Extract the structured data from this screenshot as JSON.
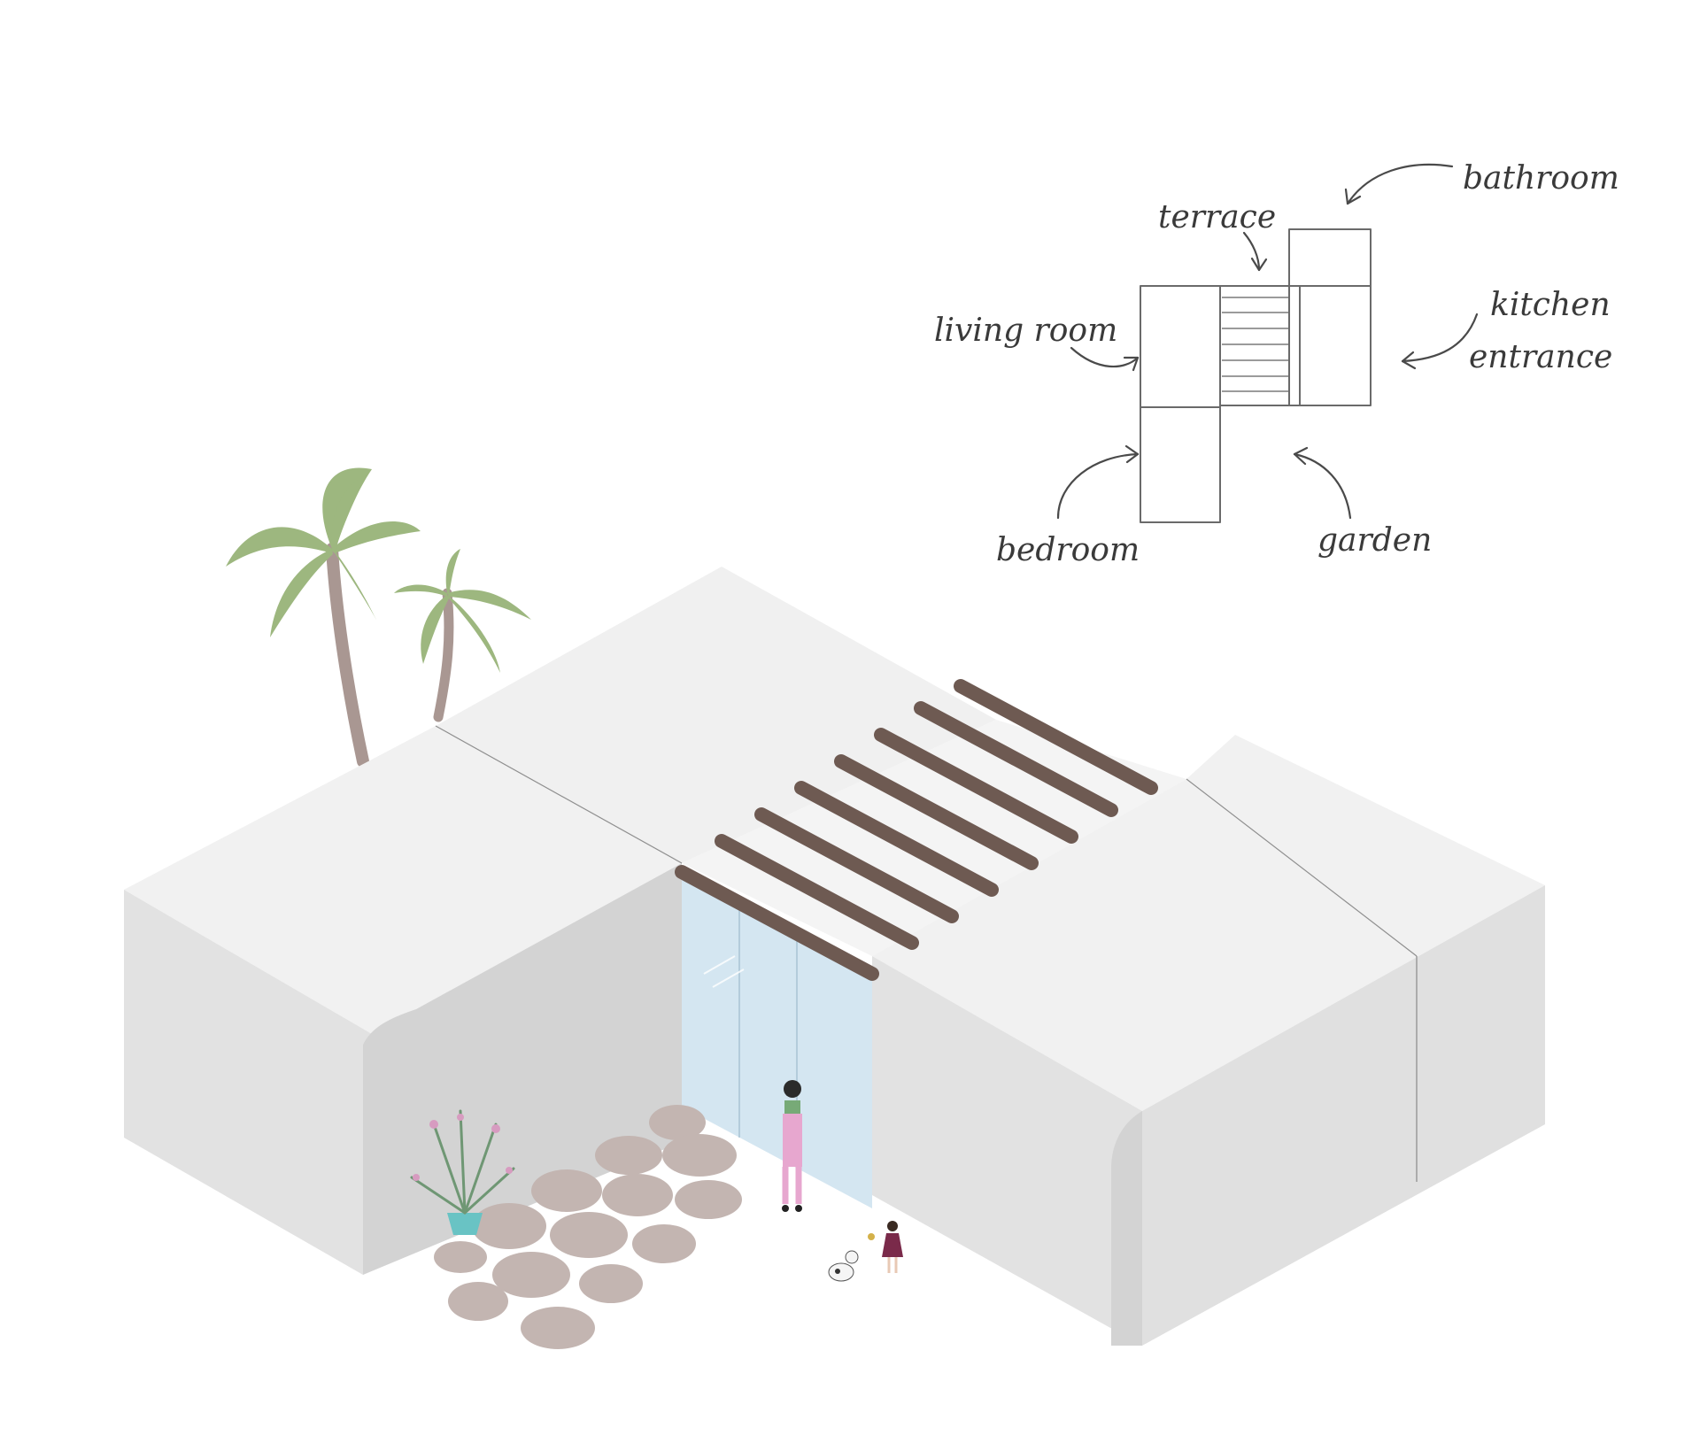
{
  "labels": {
    "bathroom": "bathroom",
    "terrace": "terrace",
    "living_room": "living room",
    "kitchen": "kitchen",
    "entrance": "entrance",
    "bedroom": "bedroom",
    "garden": "garden"
  },
  "colors": {
    "wall_top": "#f1f1f1",
    "wall_side": "#d3d3d3",
    "wall_front": "#e2e2e2",
    "pergola": "#6e5a52",
    "glass": "#cfe3ef",
    "stone": "#c3b5b1",
    "palm_leaf": "#9db77f",
    "palm_trunk": "#a99792",
    "pot": "#69c3c4"
  },
  "icons": [
    "palm-tree-icon",
    "potted-plant-icon",
    "person-icon",
    "dog-icon",
    "child-icon"
  ]
}
